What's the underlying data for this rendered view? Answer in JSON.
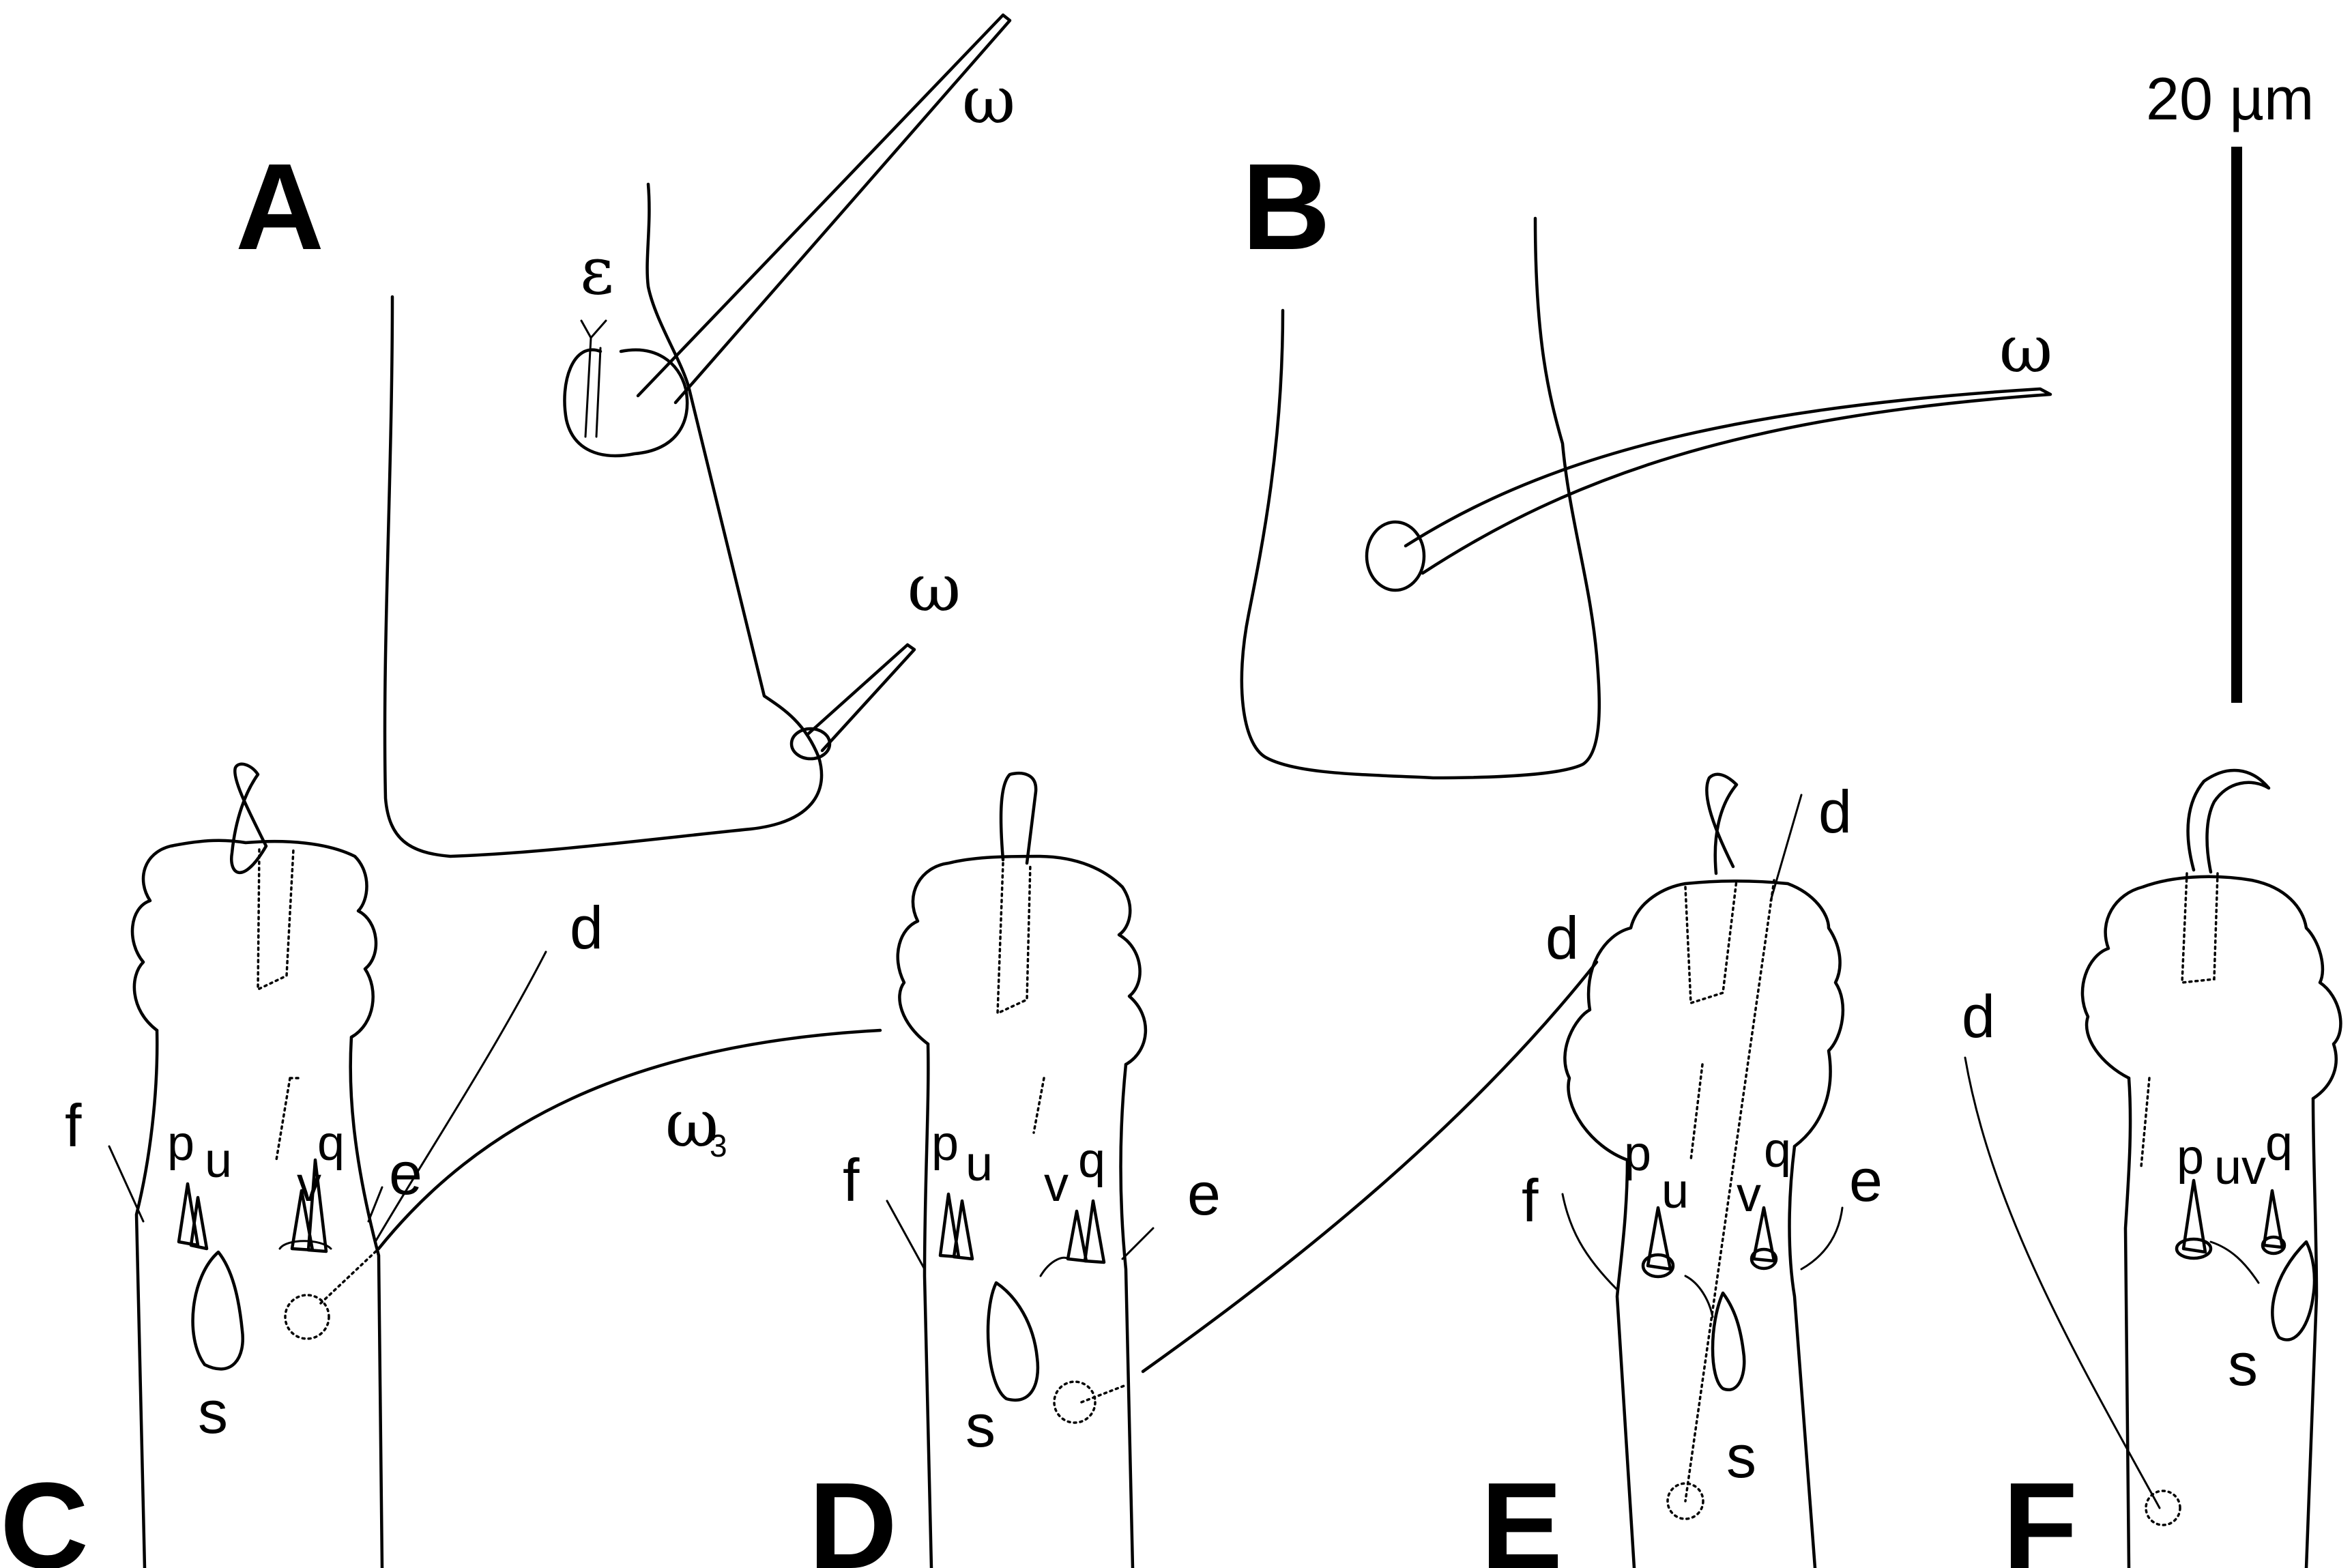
{
  "panels": {
    "A": {
      "label": "A",
      "setae": {
        "omega_upper": "ω",
        "epsilon": "ε",
        "omega_lower": "ω"
      }
    },
    "B": {
      "label": "B",
      "setae": {
        "omega": "ω"
      }
    },
    "C": {
      "label": "C",
      "setae": {
        "f": "f",
        "p": "p",
        "u": "u",
        "v": "v",
        "q": "q",
        "e": "e",
        "s": "s",
        "d": "d",
        "omega3": "ω",
        "omega3_sub": "3"
      }
    },
    "D": {
      "label": "D",
      "setae": {
        "f": "f",
        "p": "p",
        "u": "u",
        "v": "v",
        "q": "q",
        "e": "e",
        "s": "s"
      }
    },
    "E": {
      "label": "E",
      "setae": {
        "f": "f",
        "p": "p",
        "u": "u",
        "v": "v",
        "q": "q",
        "e": "e",
        "s": "s",
        "d_top": "d",
        "d_mid": "d"
      }
    },
    "F": {
      "label": "F",
      "setae": {
        "p": "p",
        "uv": "uv",
        "q": "q",
        "s": "s",
        "d": "d"
      }
    }
  },
  "scale_bar": {
    "label": "20 µm"
  }
}
